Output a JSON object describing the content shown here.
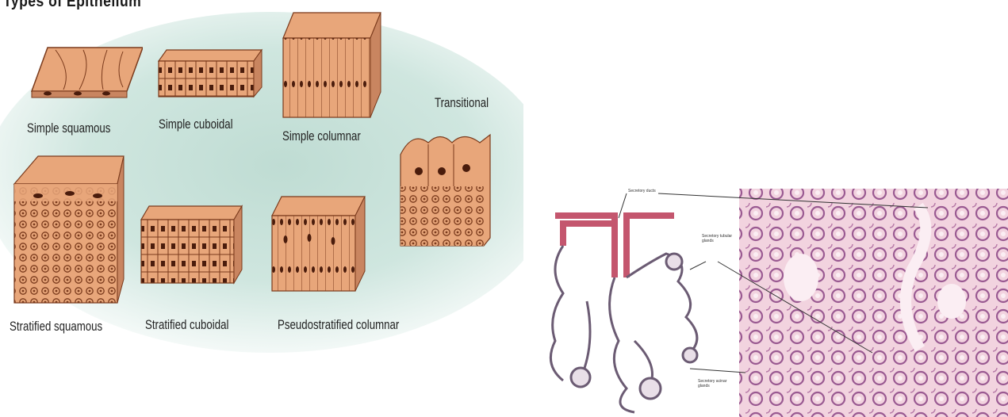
{
  "figure": {
    "title": "Types of Epithelium",
    "labels": {
      "simple_squamous": "Simple squamous",
      "simple_cuboidal": "Simple cuboidal",
      "simple_columnar": "Simple columnar",
      "transitional": "Transitional",
      "stratified_squamous": "Stratified squamous",
      "stratified_cuboidal": "Stratified cuboidal",
      "pseudostratified_columnar": "Pseudostratified columnar"
    }
  },
  "gland_figure": {
    "labels": {
      "secretory_ducts": "Secretory ducts",
      "secretory_tubular": "Secretory tubular glands",
      "secretory_acinar": "Secretory acinar glands"
    }
  },
  "colors": {
    "tissue_fill": "#e8a67a",
    "tissue_dark": "#7a3a1c",
    "background_glow": "#bfdcd3",
    "histology_pink": "#e6b4c8",
    "histology_purple": "#9a5a92",
    "duct_red": "#c4566e"
  }
}
